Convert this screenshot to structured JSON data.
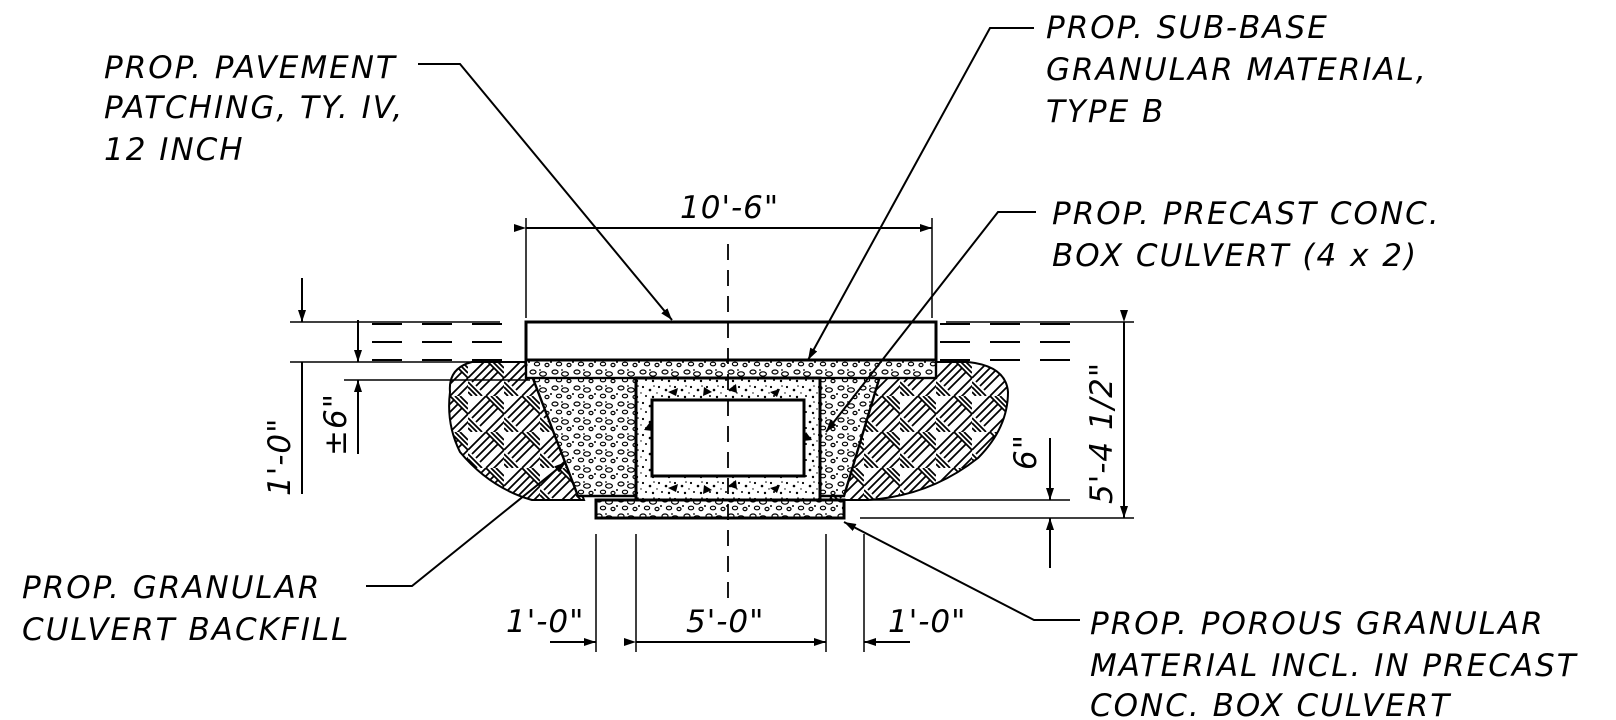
{
  "labels": {
    "pavement": [
      "PROP. PAVEMENT",
      "PATCHING, TY. IV,",
      "12 INCH"
    ],
    "subbase": [
      "PROP. SUB-BASE",
      "GRANULAR MATERIAL,",
      "TYPE B"
    ],
    "culvert": [
      "PROP. PRECAST CONC.",
      "BOX CULVERT (4 x 2)"
    ],
    "backfill": [
      "PROP. GRANULAR",
      "CULVERT BACKFILL"
    ],
    "porous": [
      "PROP. POROUS GRANULAR",
      "MATERIAL INCL. IN PRECAST",
      "CONC. BOX CULVERT"
    ]
  },
  "dimensions": {
    "top_width": "10'-6\"",
    "left_offset": "1'-0\"",
    "box_width": "5'-0\"",
    "right_offset": "1'-0\"",
    "pavement_depth": "1'-0\"",
    "subbase_depth": "±6\"",
    "bedding_depth": "6\"",
    "total_depth": "5'-4 1/2\""
  }
}
